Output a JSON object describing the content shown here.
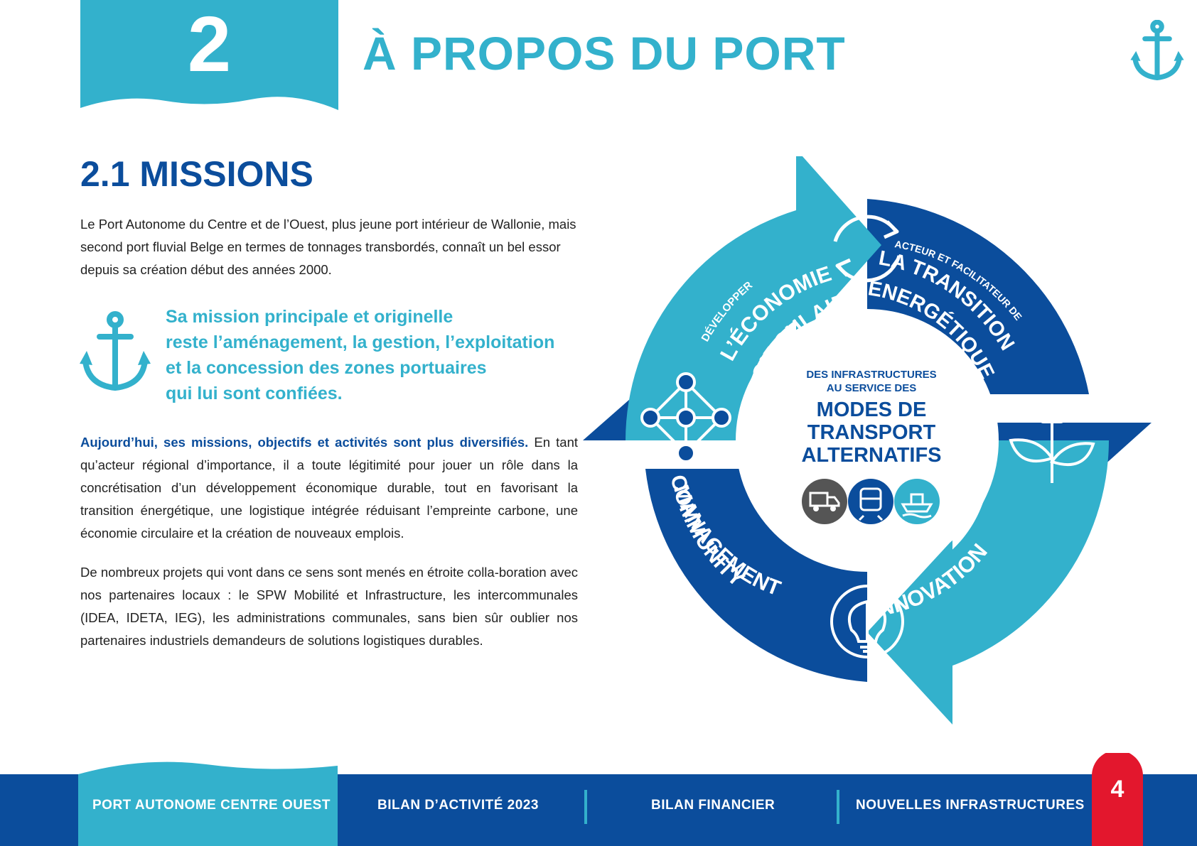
{
  "header": {
    "chapter_number": "2",
    "chapter_title": "À PROPOS DU PORT",
    "colors": {
      "light_blue": "#33b1cc",
      "dark_blue": "#0b4d9c",
      "red": "#e3172d"
    },
    "icon": "anchor-icon"
  },
  "section": {
    "title": "2.1 MISSIONS",
    "intro": "Le Port Autonome du Centre et de l’Ouest, plus jeune port intérieur de Wallonie, mais second port fluvial Belge en termes de tonnages transbordés, connaît un bel essor depuis sa création début des années 2000.",
    "quote_lines": [
      "Sa mission principale et originelle",
      "reste l’aménagement, la gestion, l’exploitation",
      "et la concession des zones portuaires",
      "qui lui sont confiées."
    ],
    "para2_lead": "Aujourd’hui, ses missions, objectifs et activités sont plus diversifiés.",
    "para2_rest": " En tant qu’acteur régional d’importance, il a toute légitimité pour jouer un rôle dans la concrétisation d’un développement économique durable, tout en favorisant la transition énergétique, une logistique intégrée réduisant l’empreinte carbone, une économie circulaire et la création de nouveaux emplois.",
    "para3": "De nombreux projets qui vont dans ce sens sont menés en étroite colla-boration avec nos partenaires locaux : le SPW Mobilité et Infrastructure, les intercommunales (IDEA, IDETA, IEG), les administrations communales, sans bien sûr oublier nos partenaires industriels demandeurs de solutions logistiques durables."
  },
  "diagram": {
    "economy_small": "DÉVELOPPER",
    "economy_line1": "L’ÉCONOMIE",
    "economy_line2": "CIRCULAIRE",
    "energy_small": "ACTEUR ET FACILITATEUR DE",
    "energy_line1": "LA TRANSITION",
    "energy_line2": "ÉNERGÉTIQUE",
    "innovation": "INNOVATION",
    "community_line1": "COMMUNITY",
    "community_line2": "MANAGEMENT",
    "center_small1": "DES INFRASTRUCTURES",
    "center_small2": "AU SERVICE DES",
    "center_big1": "MODES DE",
    "center_big2": "TRANSPORT",
    "center_big3": "ALTERNATIFS",
    "icons": [
      "recycle-icon",
      "plug-leaf-icon",
      "brain-bulb-icon",
      "network-people-icon",
      "truck-icon",
      "train-icon",
      "boat-icon"
    ]
  },
  "footer": {
    "items": [
      "PORT AUTONOME CENTRE OUEST",
      "BILAN  D’ACTIVITÉ 2023",
      "BILAN  FINANCIER",
      "NOUVELLES INFRASTRUCTURES"
    ],
    "page_number": "4"
  }
}
